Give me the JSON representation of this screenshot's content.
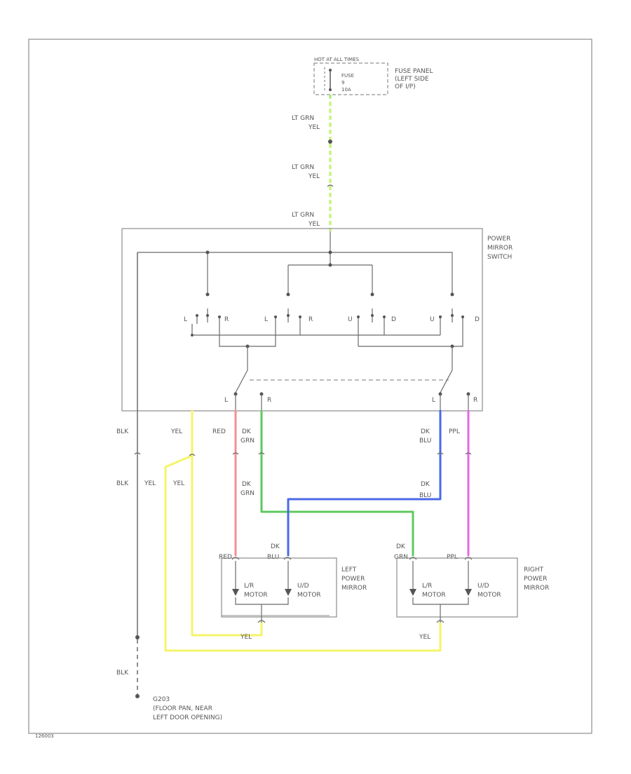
{
  "diagram": {
    "fuse_block_title": "HOT AT ALL TIMES",
    "fuse_name": "FUSE",
    "fuse_number": "9",
    "fuse_rating": "10A",
    "fuse_panel": [
      "FUSE PANEL",
      "(LEFT SIDE",
      "OF I/P)"
    ],
    "feed_wire": [
      "LT GRN",
      "YEL"
    ],
    "switch_label": [
      "POWER",
      "MIRROR",
      "SWITCH"
    ],
    "pins": {
      "L": "L",
      "R": "R",
      "U": "U",
      "D": "D"
    },
    "wires": {
      "blk": "BLK",
      "yel": "YEL",
      "red": "RED",
      "dk_grn": [
        "DK",
        "GRN"
      ],
      "dk_blu": [
        "DK",
        "BLU"
      ],
      "ppl": "PPL"
    },
    "left_mirror_label": [
      "LEFT",
      "POWER",
      "MIRROR"
    ],
    "right_mirror_label": [
      "RIGHT",
      "POWER",
      "MIRROR"
    ],
    "motor_lr": [
      "L/R",
      "MOTOR"
    ],
    "motor_ud": [
      "U/D",
      "MOTOR"
    ],
    "ground_label": [
      "G203",
      "(FLOOR PAN, NEAR",
      "LEFT DOOR OPENING)"
    ],
    "figure_id": "126003"
  },
  "colors": {
    "lt_grn_yel": "#9cf06a",
    "yellow": "#f4f46a",
    "red": "#f58f8f",
    "dk_grn": "#5ec95e",
    "dk_blu": "#4a6ae8",
    "ppl": "#e667e6",
    "lines": "#6a6a6a"
  }
}
